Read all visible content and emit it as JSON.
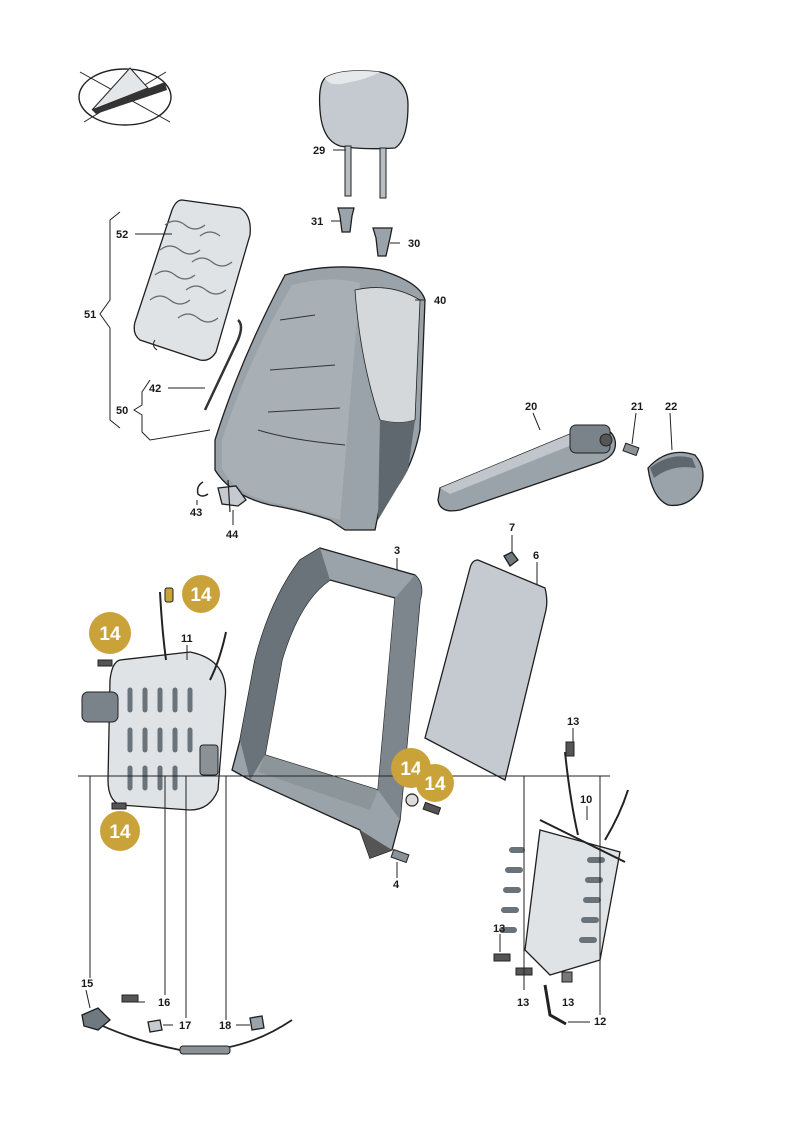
{
  "diagram": {
    "badge_color": "#c9a23a",
    "part_color": "#9aa3a9",
    "labels": {
      "p29": "29",
      "p31": "31",
      "p30": "30",
      "p52": "52",
      "p51": "51",
      "p40": "40",
      "p42": "42",
      "p50": "50",
      "p20": "20",
      "p21": "21",
      "p22": "22",
      "p43": "43",
      "p44": "44",
      "p7": "7",
      "p3": "3",
      "p6": "6",
      "p11": "11",
      "p13a": "13",
      "p10": "10",
      "p4": "4",
      "p13b": "13",
      "p13c": "13",
      "p13d": "13",
      "p12": "12",
      "p15": "15",
      "p16": "16",
      "p17": "17",
      "p18": "18"
    },
    "badges": {
      "b1": "14",
      "b2": "14",
      "b3": "14",
      "b4": "14",
      "b5": "14"
    }
  }
}
